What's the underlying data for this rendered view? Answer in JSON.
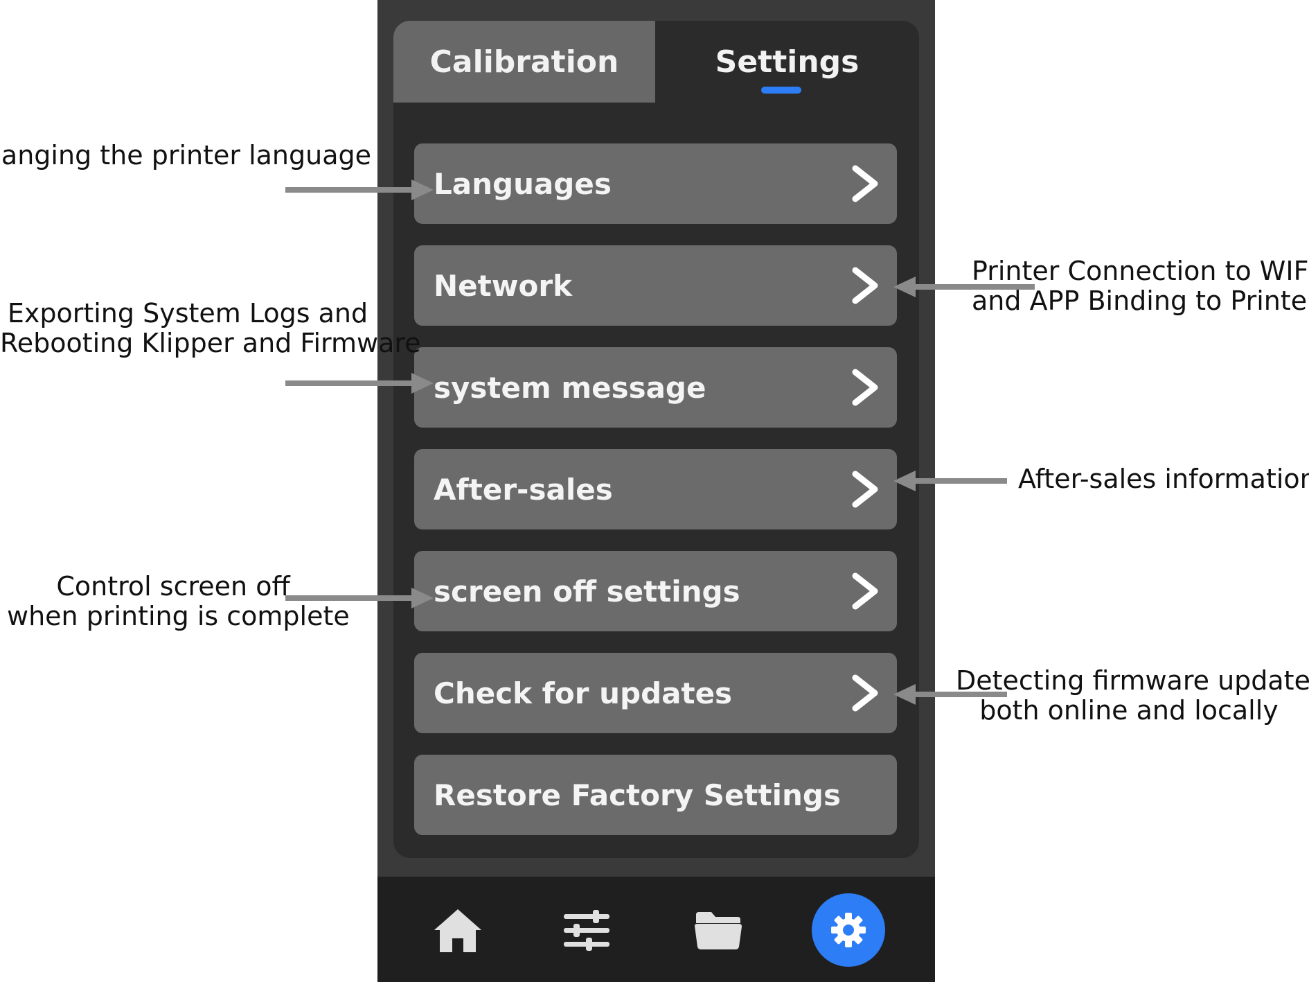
{
  "tabs": {
    "calibration": "Calibration",
    "settings": "Settings"
  },
  "menu": {
    "languages": "Languages",
    "network": "Network",
    "system_message": "system message",
    "after_sales": "After-sales",
    "screen_off": "screen off settings",
    "check_updates": "Check for updates",
    "restore_factory": "Restore Factory Settings"
  },
  "annotations": {
    "languages": "Changing the printer language",
    "network_line1": "Printer Connection to WIFI",
    "network_line2": "and APP Binding to Printer",
    "system_line1": "Exporting System Logs and",
    "system_line2": "Rebooting Klipper and Firmware",
    "after_sales": "After-sales information",
    "screen_off_line1": "Control screen off",
    "screen_off_line2": "when printing is complete",
    "updates_line1": "Detecting firmware updates",
    "updates_line2": "both online and locally"
  },
  "icons": {
    "home": "home-icon",
    "tune": "sliders-icon",
    "files": "folder-icon",
    "settings": "gear-icon",
    "chevron": "chevron-right-icon"
  },
  "colors": {
    "accent": "#2d7df6",
    "panel": "#2b2b2b",
    "item": "#6b6b6b",
    "arrow": "#8a8a8a"
  }
}
